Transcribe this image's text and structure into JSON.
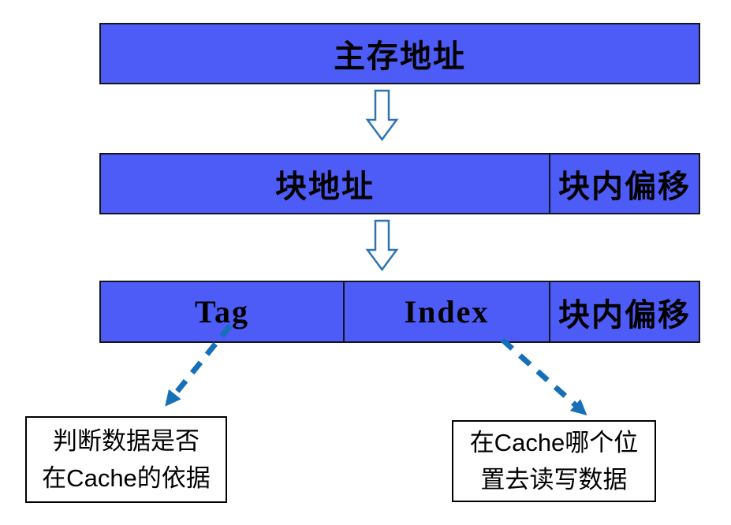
{
  "bars": {
    "main_memory": {
      "label": "主存地址"
    },
    "block_row": {
      "block_address": "块地址",
      "block_offset": "块内偏移"
    },
    "cache_row": {
      "tag": "Tag",
      "index": "Index",
      "block_offset": "块内偏移"
    }
  },
  "notes": {
    "tag": {
      "line1": "判断数据是否",
      "line2": "在Cache的依据"
    },
    "index": {
      "line1": "在Cache哪个位",
      "line2": "置去读写数据"
    }
  },
  "colors": {
    "bar_fill": "#4d5cf7",
    "bar_border": "#15151f",
    "hollow_arrow_outline": "#2e74b5",
    "dashed_arrow": "#176fb8",
    "note_border": "#000000",
    "text": "#000000"
  }
}
